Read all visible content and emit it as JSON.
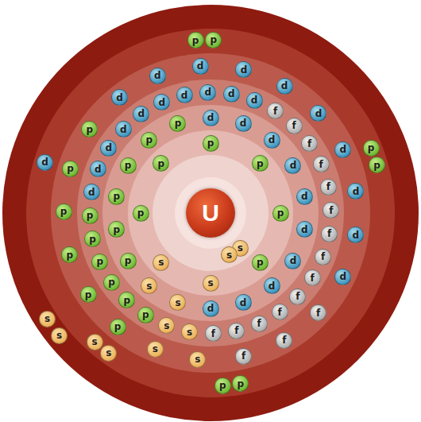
{
  "diagram": {
    "nodes": [
      {
        "text": [
          "U"
        ]
      },
      {
        "text": [
          "s"
        ]
      },
      {
        "text": [
          "s"
        ]
      },
      {
        "text": [
          "s"
        ]
      },
      {
        "text": [
          "s"
        ]
      },
      {
        "text": [
          "p"
        ]
      },
      {
        "text": [
          "p"
        ]
      },
      {
        "text": [
          "p"
        ]
      },
      {
        "text": [
          "p"
        ]
      },
      {
        "text": [
          "p"
        ]
      },
      {
        "text": [
          "p"
        ]
      },
      {
        "text": [
          "s"
        ]
      },
      {
        "text": [
          "s"
        ]
      },
      {
        "text": [
          "p"
        ]
      },
      {
        "text": [
          "p"
        ]
      },
      {
        "text": [
          "p"
        ]
      },
      {
        "text": [
          "p"
        ]
      },
      {
        "text": [
          "p"
        ]
      },
      {
        "text": [
          "p"
        ]
      },
      {
        "text": [
          "d"
        ]
      },
      {
        "text": [
          "d"
        ]
      },
      {
        "text": [
          "d"
        ]
      },
      {
        "text": [
          "d"
        ]
      },
      {
        "text": [
          "d"
        ]
      },
      {
        "text": [
          "d"
        ]
      },
      {
        "text": [
          "d"
        ]
      },
      {
        "text": [
          "d"
        ]
      },
      {
        "text": [
          "d"
        ]
      },
      {
        "text": [
          "d"
        ]
      },
      {
        "text": [
          "s"
        ]
      },
      {
        "text": [
          "s"
        ]
      },
      {
        "text": [
          "p"
        ]
      },
      {
        "text": [
          "p"
        ]
      },
      {
        "text": [
          "p"
        ]
      },
      {
        "text": [
          "p"
        ]
      },
      {
        "text": [
          "p"
        ]
      },
      {
        "text": [
          "p"
        ]
      },
      {
        "text": [
          "d"
        ]
      },
      {
        "text": [
          "d"
        ]
      },
      {
        "text": [
          "d"
        ]
      },
      {
        "text": [
          "d"
        ]
      },
      {
        "text": [
          "d"
        ]
      },
      {
        "text": [
          "d"
        ]
      },
      {
        "text": [
          "d"
        ]
      },
      {
        "text": [
          "d"
        ]
      },
      {
        "text": [
          "d"
        ]
      },
      {
        "text": [
          "d"
        ]
      },
      {
        "text": [
          "f"
        ]
      },
      {
        "text": [
          "f"
        ]
      },
      {
        "text": [
          "f"
        ]
      },
      {
        "text": [
          "f"
        ]
      },
      {
        "text": [
          "f"
        ]
      },
      {
        "text": [
          "f"
        ]
      },
      {
        "text": [
          "f"
        ]
      },
      {
        "text": [
          "f"
        ]
      },
      {
        "text": [
          "f"
        ]
      },
      {
        "text": [
          "f"
        ]
      },
      {
        "text": [
          "f"
        ]
      },
      {
        "text": [
          "f"
        ]
      },
      {
        "text": [
          "f"
        ]
      },
      {
        "text": [
          "f"
        ]
      },
      {
        "text": [
          "s"
        ]
      },
      {
        "text": [
          "s"
        ]
      },
      {
        "text": [
          "p"
        ]
      },
      {
        "text": [
          "p"
        ]
      },
      {
        "text": [
          "p"
        ]
      },
      {
        "text": [
          "p"
        ]
      },
      {
        "text": [
          "p"
        ]
      },
      {
        "text": [
          "p"
        ]
      },
      {
        "text": [
          "d"
        ]
      },
      {
        "text": [
          "d"
        ]
      },
      {
        "text": [
          "d"
        ]
      },
      {
        "text": [
          "d"
        ]
      },
      {
        "text": [
          "d"
        ]
      },
      {
        "text": [
          "d"
        ]
      },
      {
        "text": [
          "d"
        ]
      },
      {
        "text": [
          "d"
        ]
      },
      {
        "text": [
          "d"
        ]
      },
      {
        "text": [
          "d"
        ]
      },
      {
        "text": [
          "f"
        ]
      },
      {
        "text": [
          "f"
        ]
      },
      {
        "text": [
          "f"
        ]
      },
      {
        "text": [
          "s"
        ]
      },
      {
        "text": [
          "s"
        ]
      },
      {
        "text": [
          "p"
        ]
      },
      {
        "text": [
          "p"
        ]
      },
      {
        "text": [
          "p"
        ]
      },
      {
        "text": [
          "p"
        ]
      },
      {
        "text": [
          "p"
        ]
      },
      {
        "text": [
          "p"
        ]
      },
      {
        "text": [
          "d"
        ]
      },
      {
        "text": [
          "s"
        ]
      },
      {
        "text": [
          "s"
        ]
      }
    ]
  }
}
